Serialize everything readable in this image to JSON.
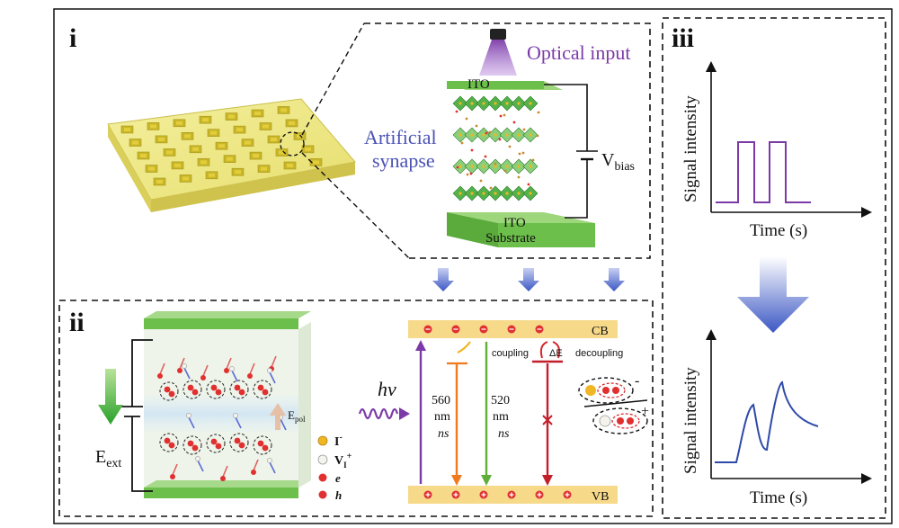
{
  "panels": {
    "i": {
      "label": "i",
      "optical_input": "Optical input",
      "artificial_line1": "Artificial",
      "artificial_line2": "synapse",
      "ito_top": "ITO",
      "ito_bottom": "ITO",
      "substrate": "Substrate",
      "vbias_main": "V",
      "vbias_sub": "bias"
    },
    "ii": {
      "label": "ii",
      "e_ext_main": "E",
      "e_ext_sub": "ext",
      "e_pol_main": "E",
      "e_pol_sub": "pol",
      "legend": {
        "iodide_main": "I",
        "iodide_sup": "-",
        "vacancy_main": "V",
        "vacancy_sub": "I",
        "vacancy_sup": "+",
        "electron": "e",
        "hole": "h"
      },
      "hv": "hv",
      "cb": "CB",
      "vb": "VB",
      "band1_val": "560",
      "band1_unit": "nm",
      "band1_time": "ns",
      "band2_val": "520",
      "band2_unit": "nm",
      "band2_time": "ns",
      "coupling": "coupling",
      "delta_e": "ΔE",
      "decoupling": "decoupling",
      "pair_sign_minus": "-",
      "pair_sign_plus": "+"
    },
    "iii": {
      "label": "iii",
      "top_ylabel": "Signal intensity",
      "top_xlabel": "Time (s)",
      "bottom_ylabel": "Signal intensity",
      "bottom_xlabel": "Time (s)"
    }
  },
  "colors": {
    "pulse": "#7b3aa8",
    "response": "#2e4aa8",
    "film_green": "#6cbf4a",
    "band_yellow": "#f7d98a",
    "arrow_blue": "#3b57c4",
    "orange": "#f07a1e",
    "green_line": "#5fae3a",
    "red_line": "#c21f2b"
  }
}
